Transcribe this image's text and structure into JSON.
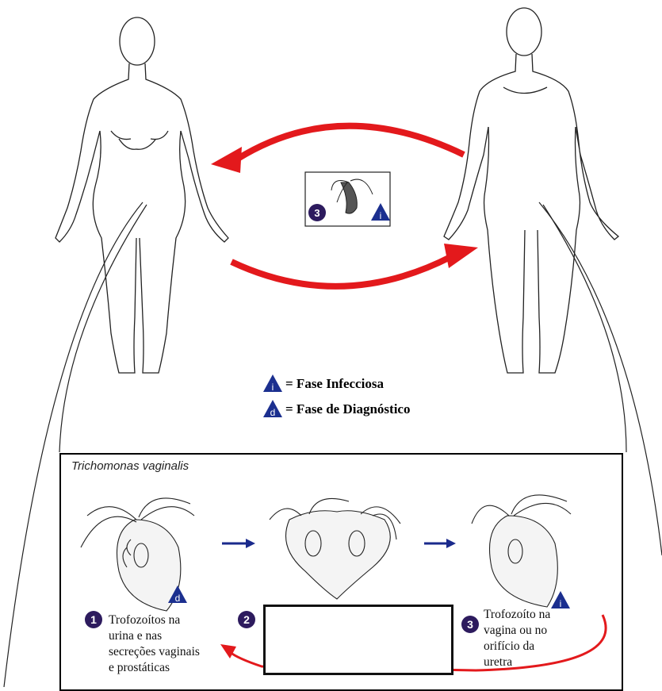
{
  "legend": {
    "infectious_symbol": "i",
    "infectious_label": "= Fase Infecciosa",
    "diagnostic_symbol": "d",
    "diagnostic_label": "= Fase de Diagnóstico"
  },
  "center_inset": {
    "stage_number": "3",
    "badge": "i"
  },
  "lifecycle_box": {
    "species": "Trichomonas vaginalis",
    "stages": [
      {
        "number": "1",
        "badge": "d",
        "text_lines": [
          "Trofozoítos na",
          "urina e nas",
          "secreções vaginais",
          "e prostáticas"
        ]
      },
      {
        "number": "2",
        "badge": "",
        "text_lines": []
      },
      {
        "number": "3",
        "badge": "i",
        "text_lines": [
          "Trofozoíto na",
          "vagina ou no",
          "orifício da",
          "uretra"
        ]
      }
    ]
  },
  "colors": {
    "transmission_arrow": "#e3191c",
    "stage_arrow": "#1a2a8c",
    "badge_fill": "#1b2f8f",
    "number_circle": "#2d1b5e"
  }
}
